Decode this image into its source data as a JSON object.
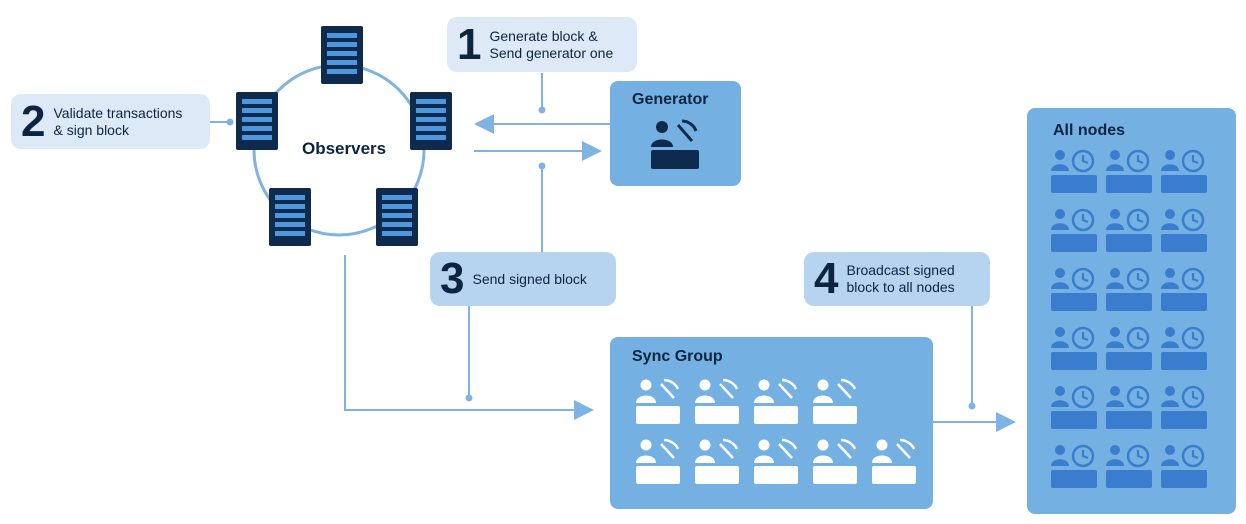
{
  "steps": [
    {
      "number": "1",
      "text": "Generate block &\nSend generator one"
    },
    {
      "number": "2",
      "text": "Validate transactions\n& sign block"
    },
    {
      "number": "3",
      "text": "Send signed block"
    },
    {
      "number": "4",
      "text": "Broadcast signed\nblock to all nodes"
    }
  ],
  "observers": {
    "label": "Observers"
  },
  "generator": {
    "title": "Generator"
  },
  "sync_group": {
    "title": "Sync Group"
  },
  "all_nodes": {
    "title": "All nodes"
  },
  "colors": {
    "dark": "#0e2a4d",
    "step_light": "#dde9f6",
    "step_mid": "#b6d4ef",
    "panel": "#74b1e2",
    "panel_dark": "#6aa6da",
    "node_fill": "#3a7ccd",
    "line": "#7fb4e2"
  },
  "icons": {
    "miner": "miner-icon",
    "node": "node-clock-icon",
    "server": "server-icon"
  }
}
